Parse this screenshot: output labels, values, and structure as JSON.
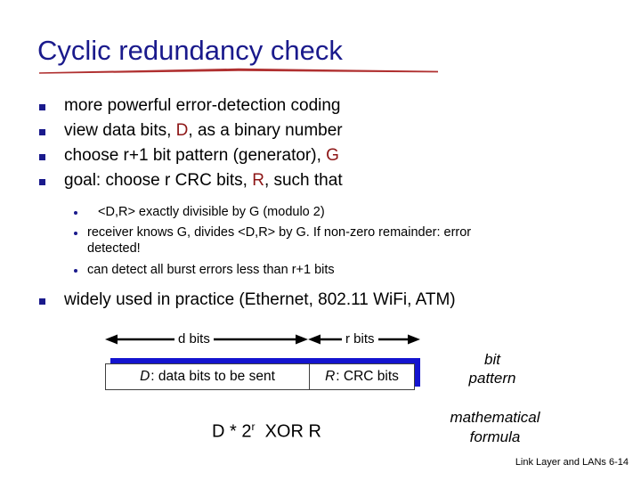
{
  "slide": {
    "title": "Cyclic redundancy check",
    "title_color": "#1a1a8c",
    "underline_color": "#b03030",
    "highlight_color": "#8d1616",
    "background": "#ffffff"
  },
  "bullets": [
    {
      "pre": "more powerful error-detection coding",
      "mark": "",
      "post": ""
    },
    {
      "pre": "view data bits, ",
      "mark": "D",
      "post": ", as a binary number"
    },
    {
      "pre": "choose r+1 bit pattern (generator), ",
      "mark": "G",
      "post": ""
    },
    {
      "pre": "goal: choose r CRC bits, ",
      "mark": "R",
      "post": ", such that"
    }
  ],
  "sub_bullets": [
    {
      "text": "<D,R> exactly divisible by G (modulo 2)",
      "indent": true
    },
    {
      "text": "receiver knows G, divides <D,R> by G.  If non-zero remainder: error detected!",
      "indent": false
    },
    {
      "text": "can detect all burst errors less than r+1 bits",
      "indent": false
    }
  ],
  "final_bullet": {
    "pre": "widely used in practice (Ethernet, 802.11 WiFi, ATM)",
    "mark": "",
    "post": ""
  },
  "diagram": {
    "d_bits_label": "d bits",
    "r_bits_label": "r bits",
    "data_box_italic": "D",
    "data_box_text": ": data bits to be sent",
    "crc_box_italic": "R",
    "crc_box_text": ": CRC bits",
    "shadow_color": "#1414cf",
    "bit_pattern_line1": "bit",
    "bit_pattern_line2": "pattern",
    "math_line1": "mathematical",
    "math_line2": "formula",
    "formula_base": "D * 2",
    "formula_exp": "r",
    "formula_tail": "XOR  R"
  },
  "footer": {
    "text": "Link Layer and LANs  6-14"
  }
}
